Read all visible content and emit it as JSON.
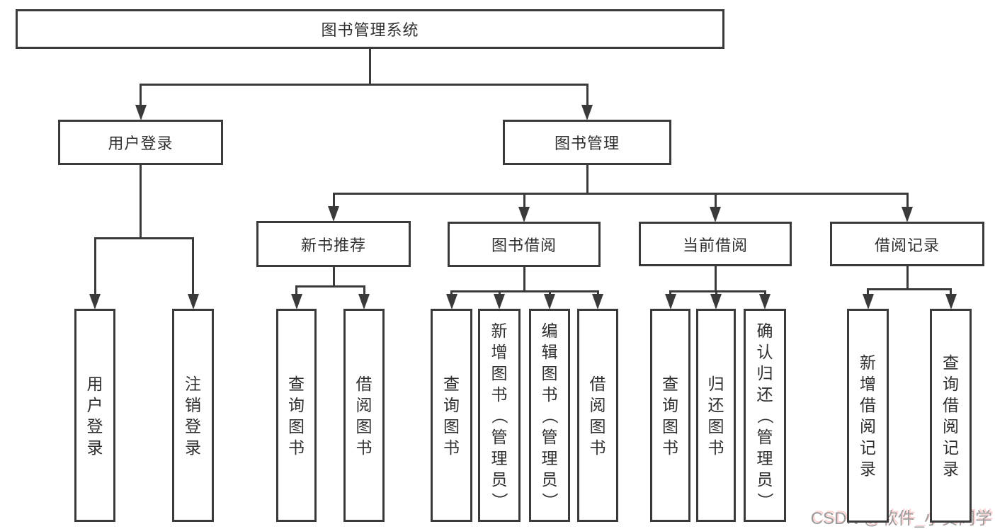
{
  "diagram": {
    "title": "图书管理系统",
    "nodes": [
      {
        "id": "root",
        "label": "图书管理系统"
      },
      {
        "id": "user-login",
        "label": "用户登录"
      },
      {
        "id": "book-mgmt",
        "label": "图书管理"
      },
      {
        "id": "new-book-rec",
        "label": "新书推荐"
      },
      {
        "id": "book-borrow",
        "label": "图书借阅"
      },
      {
        "id": "current-borrow",
        "label": "当前借阅"
      },
      {
        "id": "borrow-records",
        "label": "借阅记录"
      },
      {
        "id": "leaf-user-login",
        "label": "用户登录"
      },
      {
        "id": "leaf-logout",
        "label": "注销登录"
      },
      {
        "id": "rec-query-books",
        "label": "查询图书"
      },
      {
        "id": "rec-borrow-books",
        "label": "借阅图书"
      },
      {
        "id": "bor-query-books",
        "label": "查询图书"
      },
      {
        "id": "bor-add-books",
        "label": "新增图书（管理员）"
      },
      {
        "id": "bor-edit-books",
        "label": "编辑图书（管理员）"
      },
      {
        "id": "bor-borrow-books",
        "label": "借阅图书"
      },
      {
        "id": "cur-query-books",
        "label": "查询图书"
      },
      {
        "id": "cur-return-books",
        "label": "归还图书"
      },
      {
        "id": "cur-confirm-return",
        "label": "确认归还（管理员）"
      },
      {
        "id": "rec-add-record",
        "label": "新增借阅记录"
      },
      {
        "id": "rec-query-record",
        "label": "查询借阅记录"
      }
    ],
    "edges": [
      {
        "from": "root",
        "to": [
          "user-login",
          "book-mgmt"
        ]
      },
      {
        "from": "user-login",
        "to": [
          "leaf-user-login",
          "leaf-logout"
        ]
      },
      {
        "from": "book-mgmt",
        "to": [
          "new-book-rec",
          "book-borrow",
          "current-borrow",
          "borrow-records"
        ]
      },
      {
        "from": "new-book-rec",
        "to": [
          "rec-query-books",
          "rec-borrow-books"
        ]
      },
      {
        "from": "book-borrow",
        "to": [
          "bor-query-books",
          "bor-add-books",
          "bor-edit-books",
          "bor-borrow-books"
        ]
      },
      {
        "from": "current-borrow",
        "to": [
          "cur-query-books",
          "cur-return-books",
          "cur-confirm-return"
        ]
      },
      {
        "from": "borrow-records",
        "to": [
          "rec-add-record",
          "rec-query-record"
        ]
      }
    ]
  },
  "watermark": {
    "text": "CSDN @软件_小贺同学"
  },
  "colors": {
    "line": "#3a3a3a",
    "text": "#303030",
    "background": "#ffffff",
    "watermark": "#9b9b9b",
    "watermark_shadow": "#ff9696"
  }
}
